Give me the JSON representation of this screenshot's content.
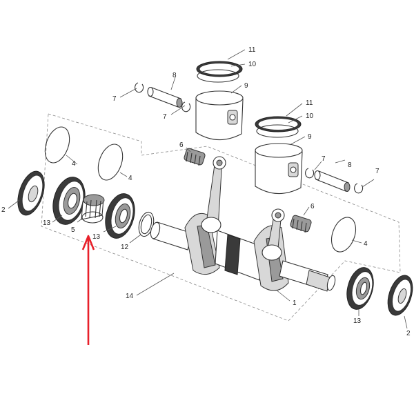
{
  "callouts": {
    "c11a": "11",
    "c10a": "10",
    "c8a": "8",
    "c9a": "9",
    "c7a": "7",
    "c7b": "7",
    "c11b": "11",
    "c10b": "10",
    "c9b": "9",
    "c6a": "6",
    "c4a": "4",
    "c4b": "4",
    "c8b": "8",
    "c7c": "7",
    "c7d": "7",
    "c2a": "2",
    "c13a": "13",
    "c5": "5",
    "c13b": "13",
    "c12": "12",
    "c6b": "6",
    "c4c": "4",
    "c14": "14",
    "c1": "1",
    "c13c": "13",
    "c2b": "2"
  },
  "colors": {
    "arrow": "#e8202a",
    "line": "#333333",
    "background": "#ffffff"
  }
}
